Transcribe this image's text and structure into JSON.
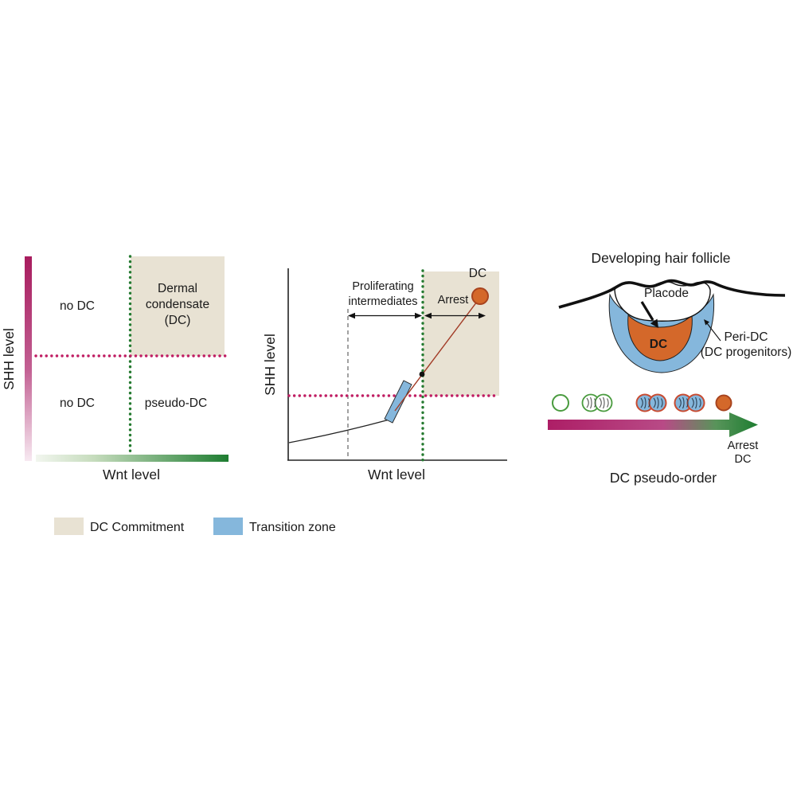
{
  "colors": {
    "beige": "#e8e2d3",
    "blue": "#85b7dc",
    "orange": "#d4682a",
    "magenta": "#c01e63",
    "green": "#257a30",
    "trajectory_red": "#a23c27"
  },
  "panel1": {
    "y_label": "SHH level",
    "x_label": "Wnt level",
    "no_dc_top": "no DC",
    "no_dc_bottom": "no DC",
    "pseudo_dc": "pseudo-DC",
    "dc_line1": "Dermal",
    "dc_line2": "condensate",
    "dc_line3": "(DC)"
  },
  "panel2": {
    "y_label": "SHH level",
    "x_label": "Wnt level",
    "prolif_line1": "Proliferating",
    "prolif_line2": "intermediates",
    "arrest": "Arrest",
    "dc": "DC"
  },
  "panel3": {
    "title": "Developing hair follicle",
    "placode": "Placode",
    "dc": "DC",
    "peri_dc_line1": "Peri-DC",
    "peri_dc_line2": "(DC progenitors)",
    "arrest_line1": "Arrest",
    "arrest_line2": "DC",
    "caption": "DC pseudo-order"
  },
  "legend": {
    "dc_commitment": "DC Commitment",
    "transition_zone": "Transition zone"
  }
}
